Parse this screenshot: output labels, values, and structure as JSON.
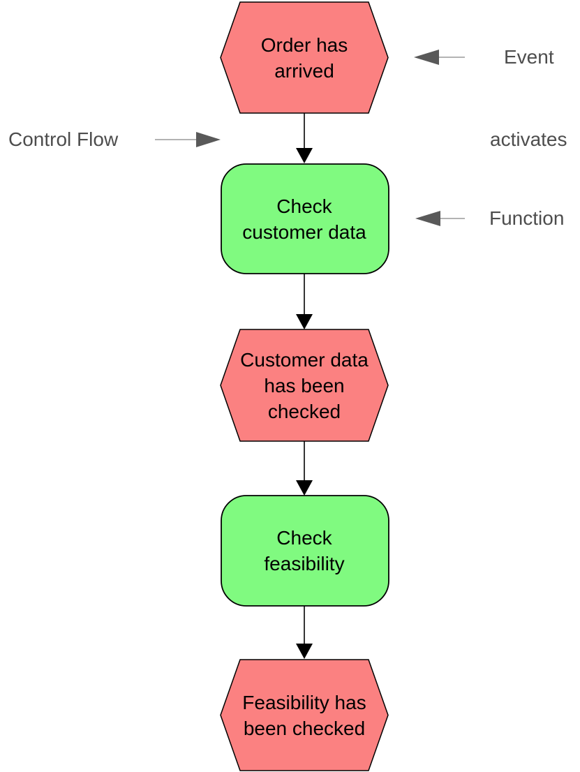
{
  "diagram": {
    "type": "epc-process-chain",
    "background": "#ffffff"
  },
  "colors": {
    "event_fill": "#fb8181",
    "function_fill": "#80fa80",
    "node_border": "#000000",
    "flow_arrow": "#000000",
    "annotation_arrow_head": "#595959",
    "annotation_arrow_shaft": "#9a9a9a",
    "annotation_text": "#4d4d4d"
  },
  "nodes": [
    {
      "id": "event-1",
      "type": "event",
      "label": "Order has\narrived"
    },
    {
      "id": "function-1",
      "type": "function",
      "label": "Check\ncustomer data"
    },
    {
      "id": "event-2",
      "type": "event",
      "label": "Customer data\nhas been\nchecked"
    },
    {
      "id": "function-2",
      "type": "function",
      "label": "Check\nfeasibility"
    },
    {
      "id": "event-3",
      "type": "event",
      "label": "Feasibility has\nbeen checked"
    }
  ],
  "connections": [
    {
      "from": "event-1",
      "to": "function-1"
    },
    {
      "from": "function-1",
      "to": "event-2"
    },
    {
      "from": "event-2",
      "to": "function-2"
    },
    {
      "from": "function-2",
      "to": "event-3"
    }
  ],
  "annotations": {
    "event_label": "Event",
    "control_flow_label": "Control Flow",
    "activates_label": "activates",
    "function_label": "Function"
  }
}
